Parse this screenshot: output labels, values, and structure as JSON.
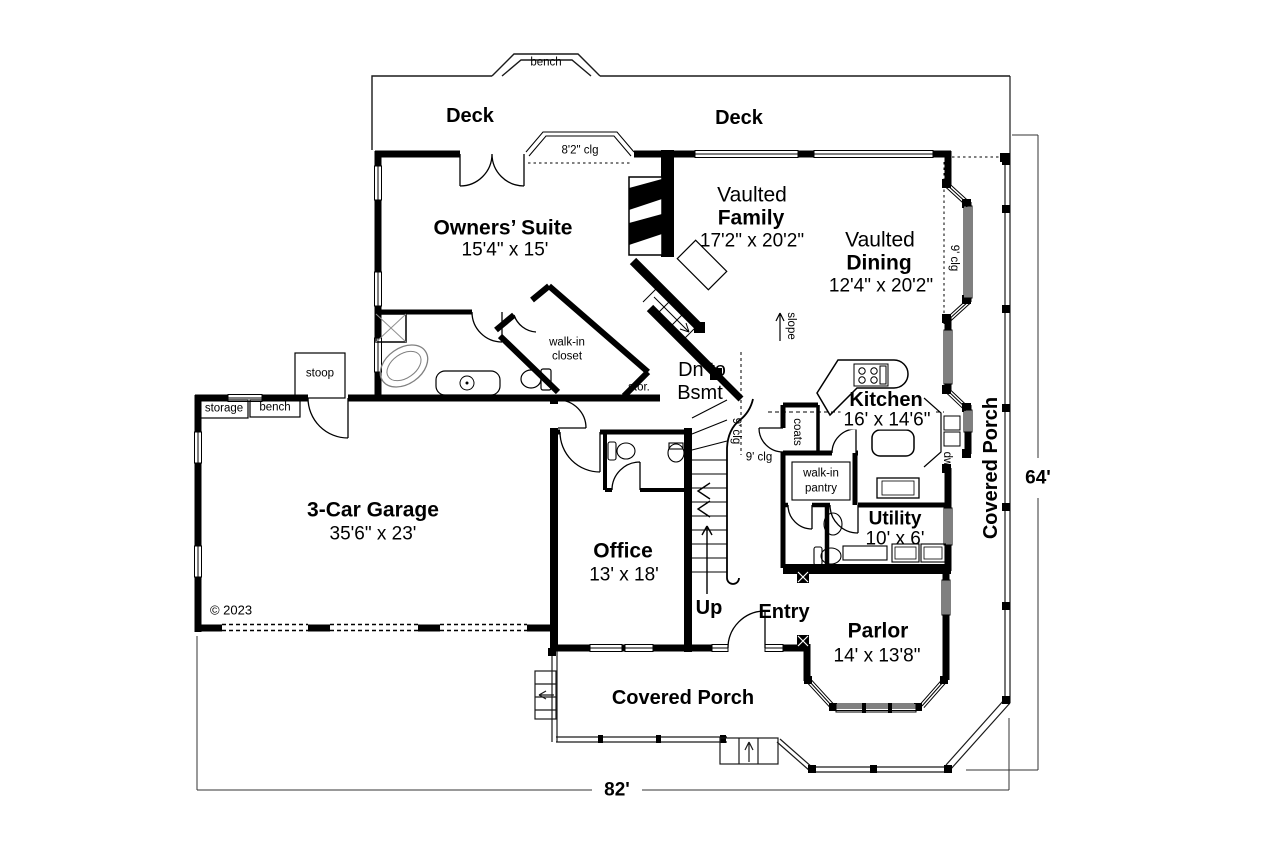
{
  "rooms": {
    "owners_suite": {
      "name": "Owners’ Suite",
      "size": "15'4\" x 15'"
    },
    "family": {
      "prefix": "Vaulted",
      "name": "Family",
      "size": "17'2\" x 20'2\""
    },
    "dining": {
      "prefix": "Vaulted",
      "name": "Dining",
      "size": "12'4\" x 20'2\""
    },
    "kitchen": {
      "name": "Kitchen",
      "size": "16' x 14'6\""
    },
    "garage": {
      "name": "3-Car Garage",
      "size": "35'6\" x 23'"
    },
    "office": {
      "name": "Office",
      "size": "13' x 18'"
    },
    "utility": {
      "name": "Utility",
      "size": "10' x 6'"
    },
    "parlor": {
      "name": "Parlor",
      "size": "14' x 13'8\""
    },
    "entry": {
      "name": "Entry"
    },
    "walk_in_closet": {
      "line1": "walk-in",
      "line2": "closet"
    },
    "walk_in_pantry": {
      "line1": "walk-in",
      "line2": "pantry"
    },
    "deck_left": {
      "name": "Deck"
    },
    "deck_right": {
      "name": "Deck"
    },
    "covered_porch_bottom": {
      "name": "Covered Porch"
    },
    "covered_porch_right": {
      "name": "Covered Porch"
    }
  },
  "annotations": {
    "bench_deck": "bench",
    "stoop": "stoop",
    "storage": "storage",
    "bench_garage": "bench",
    "stor": "stor.",
    "coats": "coats",
    "dw": "dw",
    "slope": "slope",
    "up": "Up",
    "dn_line1": "Dn to",
    "dn_line2": "Bsmt",
    "clg_8_2": "8'2\" clg",
    "clg_9_bay": "9' clg",
    "clg_9_stairs": "9' clg",
    "clg_9_entry": "9' clg",
    "copyright": "© 2023"
  },
  "dimensions": {
    "width": "82'",
    "height": "64'"
  },
  "colors": {
    "wall": "#000000",
    "line": "#2a2a2a",
    "fixture": "#808080",
    "background": "#ffffff"
  }
}
